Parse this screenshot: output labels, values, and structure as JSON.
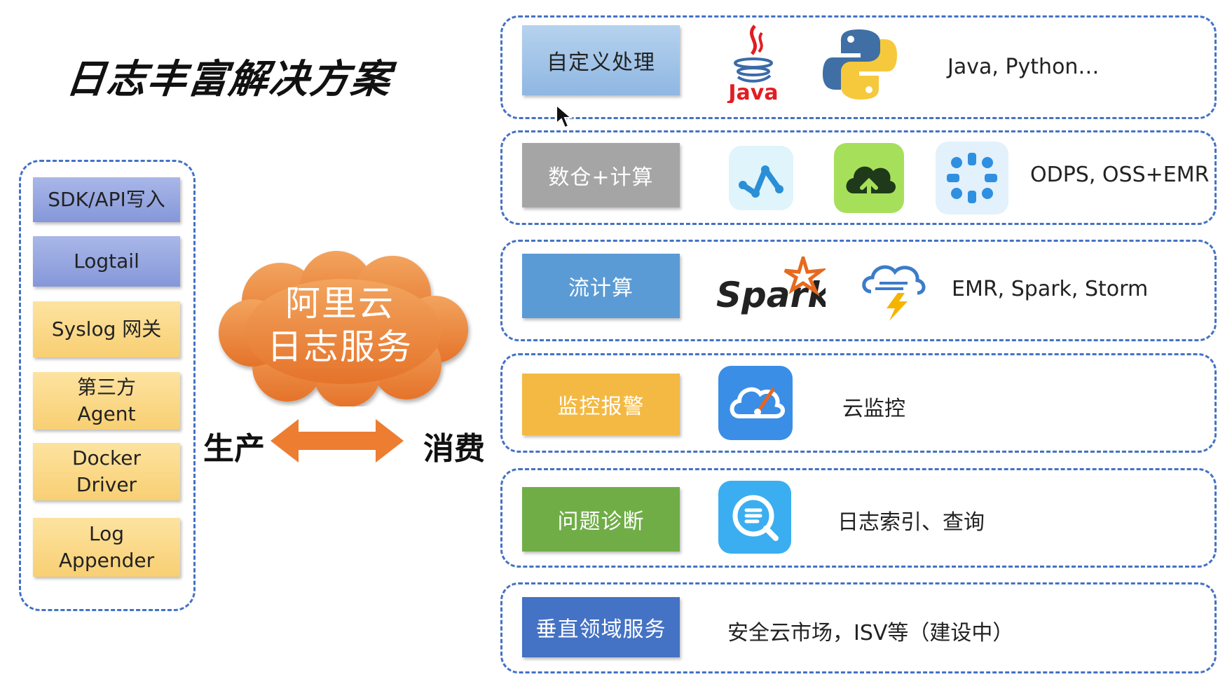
{
  "title": "日志丰富解决方案",
  "sources": [
    {
      "label": "SDK/API写入"
    },
    {
      "label": "Logtail"
    },
    {
      "label": "Syslog 网关"
    },
    {
      "label": "第三方\nAgent"
    },
    {
      "label": "Docker\nDriver"
    },
    {
      "label": "Log\nAppender"
    }
  ],
  "center": {
    "cloud_label": "阿里云\n日志服务",
    "produce": "生产",
    "consume": "消费"
  },
  "rows": [
    {
      "category": "自定义处理",
      "description": "Java, Python…",
      "icon_text": "Java"
    },
    {
      "category": "数仓+计算",
      "description": "ODPS, OSS+EMR"
    },
    {
      "category": "流计算",
      "description": "EMR, Spark, Storm",
      "icon_text": "Spark"
    },
    {
      "category": "监控报警",
      "description": "云监控"
    },
    {
      "category": "问题诊断",
      "description": "日志索引、查询"
    },
    {
      "category": "垂直领域服务",
      "description": "安全云市场，ISV等（建设中）"
    }
  ],
  "colors": {
    "dash_border": "#4472c4",
    "arrow": "#ed7d31",
    "cloud": "#ee8b3a",
    "cat_custom": "#9dc3e6",
    "cat_warehouse": "#a5a5a5",
    "cat_stream": "#5b9bd5",
    "cat_monitor": "#f4b942",
    "cat_diagnose": "#70ad47",
    "cat_vertical": "#4472c4"
  },
  "icons": [
    "java-icon",
    "python-icon",
    "chart-icon",
    "cloud-upload-icon",
    "dots-icon",
    "spark-icon",
    "storm-icon",
    "cloud-monitor-icon",
    "search-log-icon",
    "cursor-icon"
  ]
}
